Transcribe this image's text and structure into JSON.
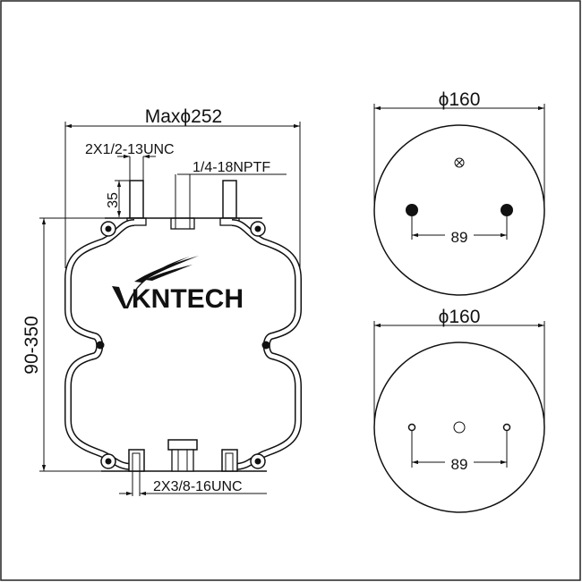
{
  "side_view": {
    "max_diameter": "Maxϕ252",
    "top_stud_thread": "2X1/2-13UNC",
    "air_fitting": "1/4-18NPTF",
    "stud_height": "35",
    "height_range": "90-350",
    "bottom_stud_thread": "2X3/8-16UNC"
  },
  "logo": {
    "text": "KNTECH",
    "full": "VKNTECH"
  },
  "top_plate_view": {
    "diameter": "ϕ160",
    "stud_spacing": "89"
  },
  "bottom_plate_view": {
    "diameter": "ϕ160",
    "stud_spacing": "89"
  }
}
